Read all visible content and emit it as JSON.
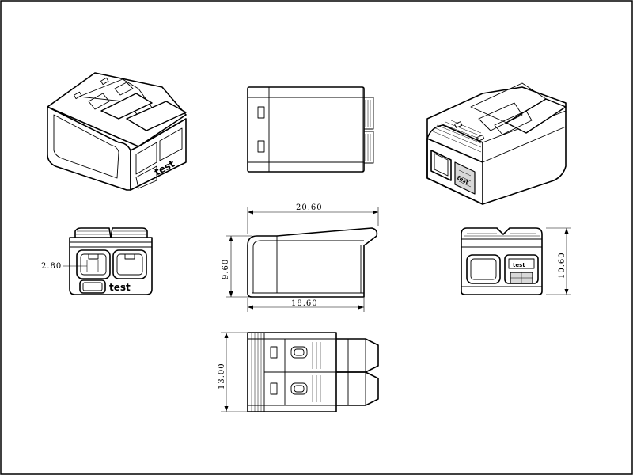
{
  "brand_text": "test",
  "dimensions": {
    "width_overall": "20.60",
    "height": "9.60",
    "width_body": "18.60",
    "wire_port": "2.80",
    "end_height": "10.60",
    "depth": "13.00"
  }
}
